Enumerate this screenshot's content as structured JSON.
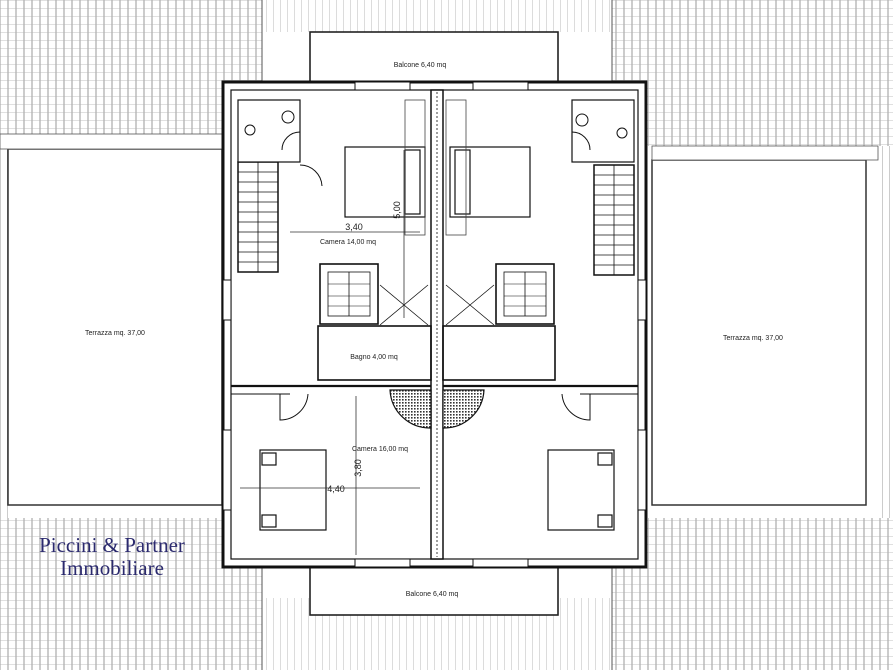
{
  "labels": {
    "balcony_top": "Balcone 6,40 mq",
    "balcony_bottom": "Balcone 6,40 mq",
    "terrace_left": "Terrazza mq. 37,00",
    "terrace_right": "Terrazza mq. 37,00",
    "room_upper": "Camera 14,00 mq",
    "bathroom": "Bagno 4,00 mq",
    "room_lower": "Camera 16,00 mq"
  },
  "dimensions": {
    "upper_width": "3,40",
    "upper_depth": "5,00",
    "lower_width": "4,40",
    "lower_depth": "3,80"
  },
  "watermark": {
    "line1": "Piccini & Partner",
    "line2": "Immobiliare"
  },
  "colors": {
    "ink": "#222222",
    "hatch": "#9a9a9a",
    "watermark": "#2b2a6e"
  }
}
